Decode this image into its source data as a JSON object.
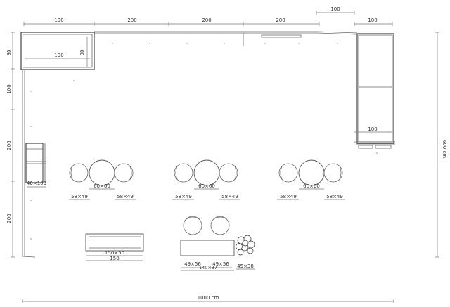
{
  "dimensions": {
    "top_segments": [
      "190",
      "200",
      "200",
      "200"
    ],
    "top_right_small": "100",
    "top_right": "100",
    "left_segments": [
      "90",
      "100",
      "200",
      "200"
    ],
    "overall_width": "1000 cm",
    "overall_height": "600 cm"
  },
  "furniture": {
    "shelf_width": "190",
    "shelf_depth": "90",
    "right_unit_width": "100",
    "left_unit": "46×103",
    "tables": [
      "60×60",
      "60×60",
      "60×60"
    ],
    "chair_labels": [
      "58×49",
      "58×49",
      "58×49",
      "58×49",
      "58×49",
      "58×49"
    ],
    "bench_a": "150×50",
    "bench_b": "150",
    "bottom_chair_left": "49×56",
    "bottom_chair_right": "49×56",
    "bottom_table": "140×37",
    "plant": "45×38"
  }
}
